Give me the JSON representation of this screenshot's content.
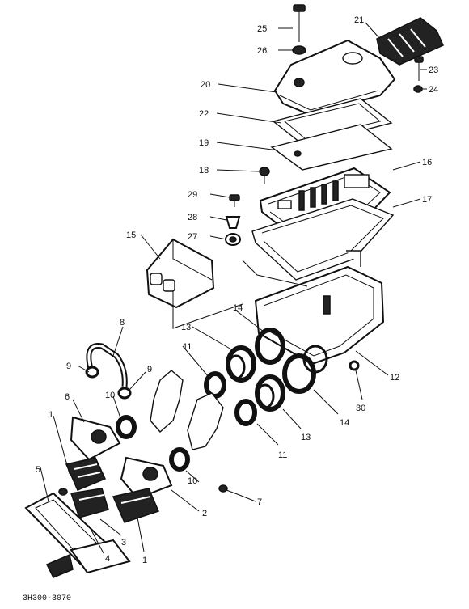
{
  "diagram_code": "3H300-3070",
  "callouts": [
    "25",
    "26",
    "21",
    "23",
    "24",
    "20",
    "22",
    "19",
    "16",
    "18",
    "17",
    "29",
    "28",
    "27",
    "15",
    "14",
    "13",
    "11",
    "12",
    "8",
    "9",
    "9",
    "10",
    "30",
    "6",
    "13",
    "14",
    "11",
    "1",
    "10",
    "7",
    "5",
    "2",
    "3",
    "4",
    "1"
  ],
  "colors": {
    "ink": "#111111",
    "paper": "#ffffff"
  }
}
